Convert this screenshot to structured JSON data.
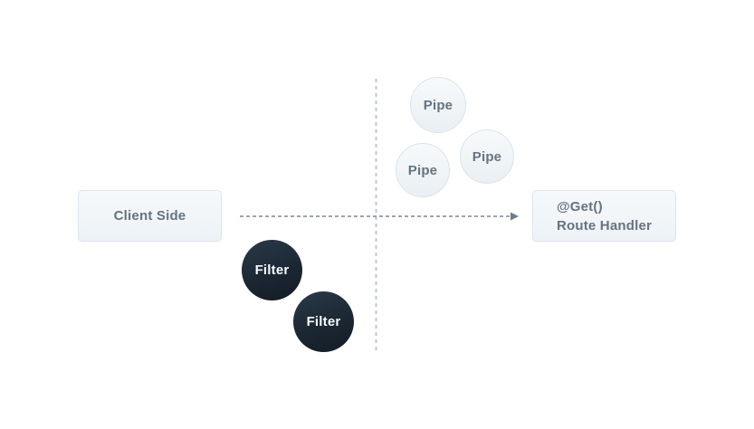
{
  "diagram": {
    "client_box": {
      "label": "Client Side"
    },
    "route_handler_box": {
      "lines": [
        "@Get()",
        "Route Handler"
      ]
    },
    "pipes": [
      {
        "label": "Pipe"
      },
      {
        "label": "Pipe"
      },
      {
        "label": "Pipe"
      }
    ],
    "filters": [
      {
        "label": "Filter"
      },
      {
        "label": "Filter"
      }
    ],
    "colors": {
      "background": "#ffffff",
      "node_fill_top": "#f6f9fb",
      "node_fill_bottom": "#edf2f6",
      "node_border": "#dde5ec",
      "node_text": "#66737f",
      "filter_fill_top": "#2b3a49",
      "filter_fill_bottom": "#131c26",
      "filter_text": "#f7fafc",
      "arrow_stroke": "#7b8794",
      "arrowhead_fill": "#6f7c8a",
      "divider_stroke": "#bdc7d1"
    }
  }
}
